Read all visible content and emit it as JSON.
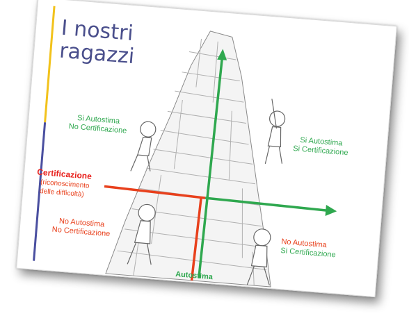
{
  "slide": {
    "title": "I nostri\nragazzi",
    "quadrants": {
      "top_left": "Si Autostima\nNo Certificazione",
      "top_right": "Si Autostima\nSi Certificazione",
      "bottom_left": "No Autostima\nNo Certificazione",
      "bottom_right": "No Autostima\nSi Certificazione"
    },
    "certificazione_label": "Certificazione",
    "certificazione_note": "(riconoscimento\ndelle difficoltà)",
    "autostima_label": "Autostima"
  },
  "colors": {
    "title": "#4a4f8c",
    "positive": "#2fa84f",
    "negative": "#e8401c",
    "accent_yellow": "#f2c21b",
    "accent_blue": "#4a4fa0"
  }
}
